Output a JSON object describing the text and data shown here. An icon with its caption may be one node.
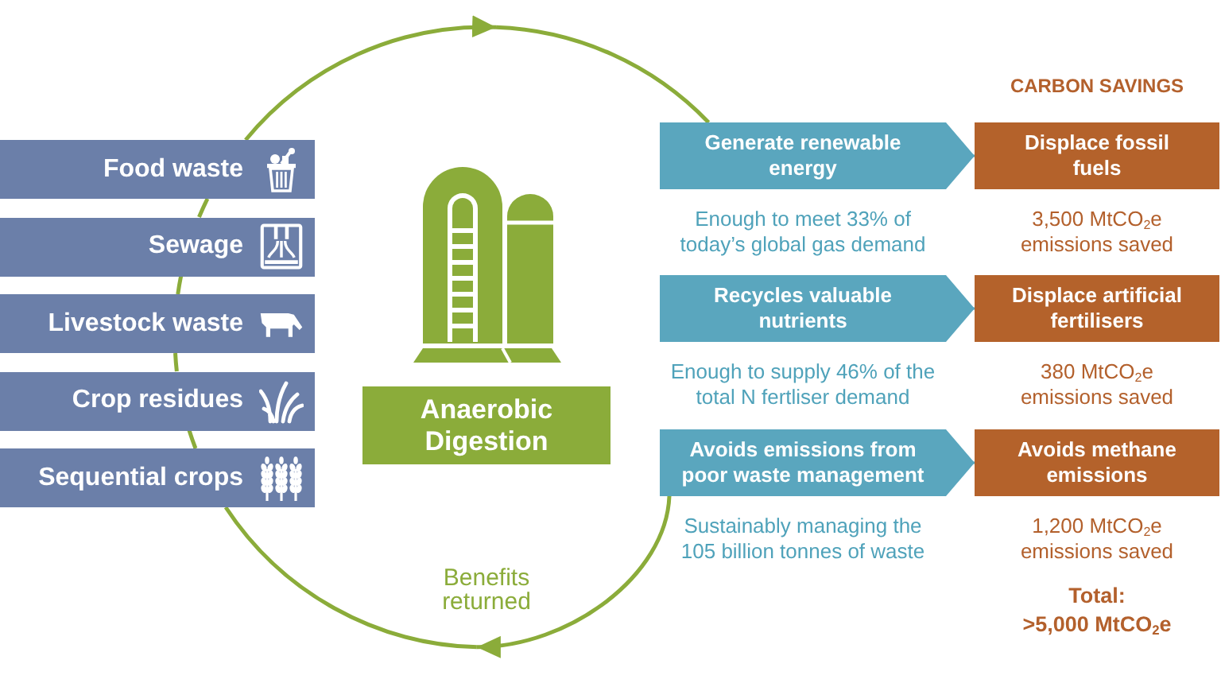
{
  "diagram": {
    "nodes": [
      {
        "text": [
          "Food waste"
        ]
      },
      {
        "text": [
          "Sewage"
        ]
      },
      {
        "text": [
          "Livestock waste"
        ]
      },
      {
        "text": [
          "Crop residues"
        ]
      },
      {
        "text": [
          "Sequential crops"
        ]
      },
      {
        "text": [
          "Anaerobic Digestion"
        ]
      },
      {
        "text": [
          "Generate renewable energy"
        ],
        "beside": [
          "Enough to meet 33% of today’s global gas demand"
        ]
      },
      {
        "text": [
          "Displace fossil fuels"
        ],
        "beside": [
          "3,500 MtCO$_{2}$e emissions saved"
        ]
      },
      {
        "text": [
          "Recycles valuable nutrients"
        ],
        "beside": [
          "Enough to supply 46% of the total N fertliser demand"
        ]
      },
      {
        "text": [
          "Displace artificial fertilisers"
        ],
        "beside": [
          "380 MtCO$_{2}$e emissions saved"
        ]
      },
      {
        "text": [
          "Avoids emissions from poor waste management"
        ],
        "beside": [
          "Sustainably managing the 105 billion tonnes of waste"
        ]
      },
      {
        "text": [
          "Avoids methane emissions"
        ],
        "beside": [
          "1,200 MtCO$_{2}$e emissions saved"
        ]
      }
    ],
    "edges": [
      {
        "from": 0,
        "to": null,
        "arrow": "to"
      },
      {
        "from": null,
        "to": 6,
        "arrow": "none"
      },
      {
        "from": 6,
        "to": 7,
        "arrow": "to",
        "color": "#5aa6be"
      },
      {
        "from": 8,
        "to": 9,
        "arrow": "to",
        "color": "#5aa6be"
      },
      {
        "from": 10,
        "to": 11,
        "arrow": "to",
        "color": "#5aa6be"
      },
      {
        "from": 10,
        "to": null,
        "arrow": "to",
        "label": "Benefits returned"
      },
      {
        "from": null,
        "to": 4,
        "arrow": "none"
      },
      {
        "from": 0,
        "to": 1,
        "arrow": "none"
      },
      {
        "from": 1,
        "to": 2,
        "arrow": "none"
      },
      {
        "from": 2,
        "to": 3,
        "arrow": "none"
      },
      {
        "from": 3,
        "to": 4,
        "arrow": "none"
      }
    ],
    "labels": [
      "CARBON SAVINGS",
      "Total: >5,000 MtCO$_{2}$e"
    ]
  }
}
